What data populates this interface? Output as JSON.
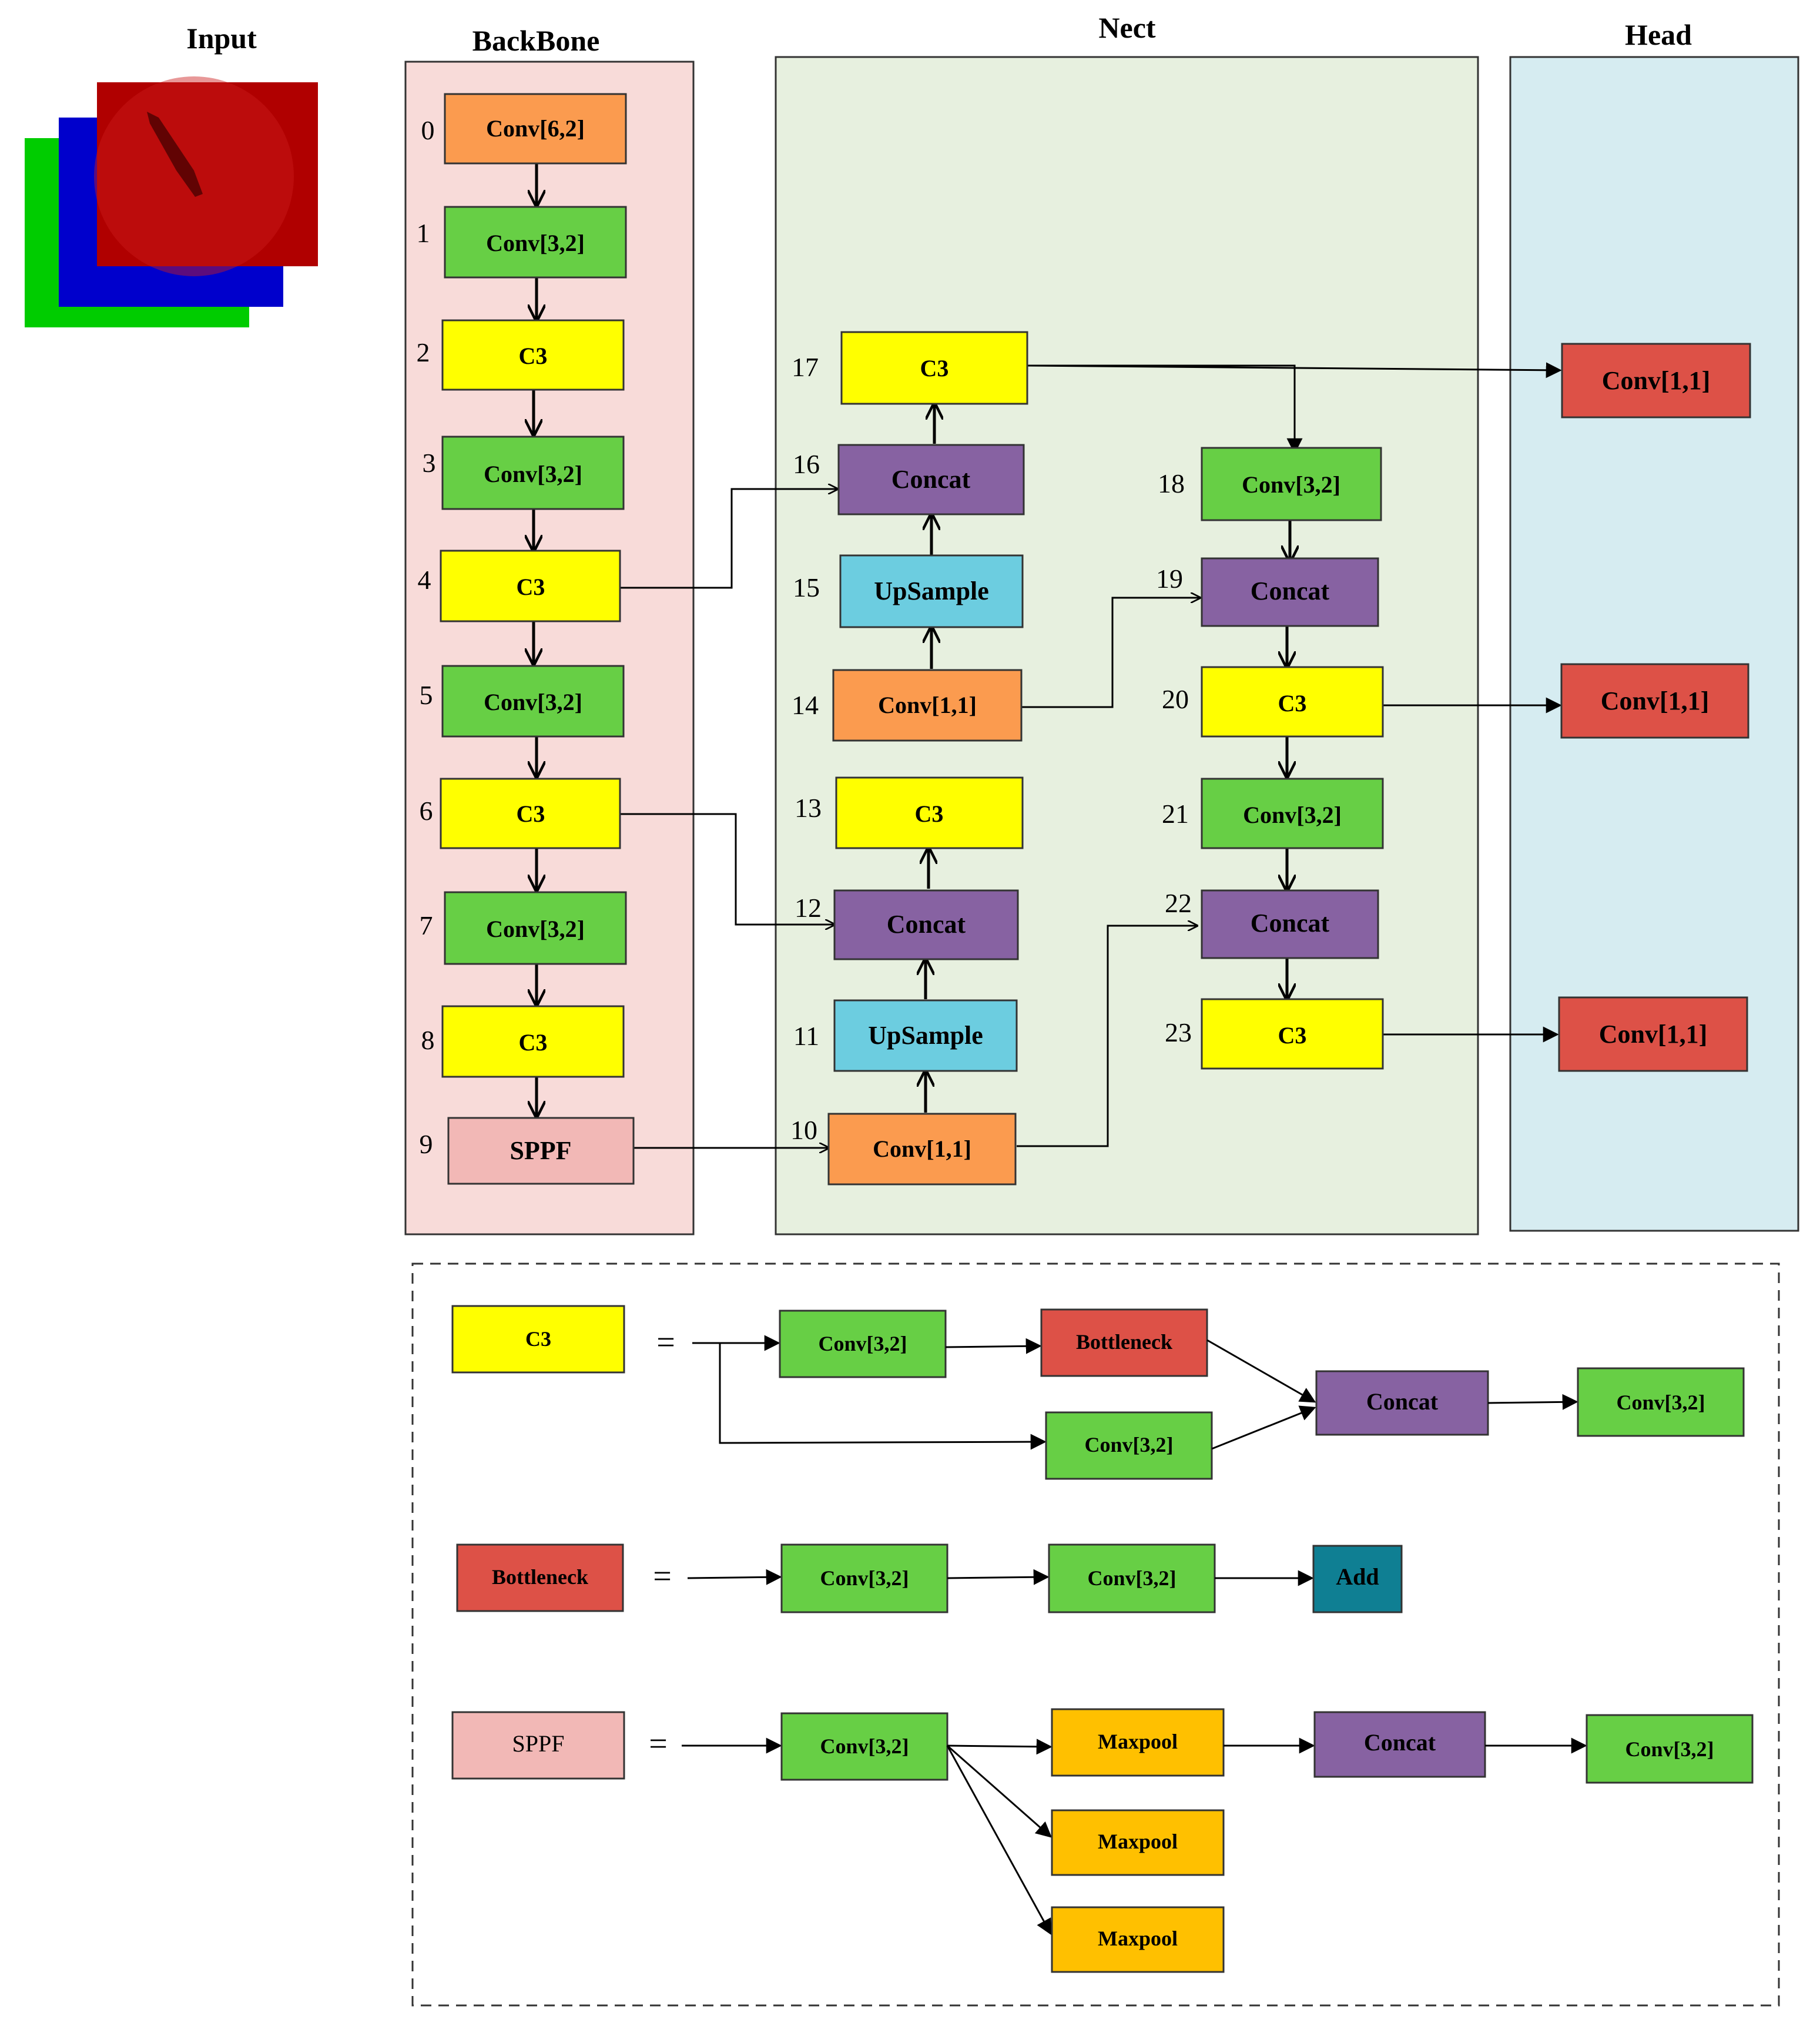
{
  "sections": {
    "input": "Input",
    "backbone": "BackBone",
    "neck": "Nect",
    "head": "Head"
  },
  "colors": {
    "conv_orange": "#fb9b4f",
    "conv_green": "#67cf45",
    "c3_yellow": "#ffff00",
    "concat_purple": "#8762a2",
    "upsample_cyan": "#6ccde0",
    "head_red": "#dd5147",
    "sppf_pink": "#f2b8b6",
    "maxpool_gold": "#ffc000",
    "add_teal": "#0f7f93",
    "backbone_bg": "#f8dbd9",
    "neck_bg": "#e7f0df",
    "head_bg": "#d6ecf1"
  },
  "layers": [
    {
      "index": "0",
      "label": "Conv[6,2]"
    },
    {
      "index": "1",
      "label": "Conv[3,2]"
    },
    {
      "index": "2",
      "label": "C3"
    },
    {
      "index": "3",
      "label": "Conv[3,2]"
    },
    {
      "index": "4",
      "label": "C3"
    },
    {
      "index": "5",
      "label": "Conv[3,2]"
    },
    {
      "index": "6",
      "label": "C3"
    },
    {
      "index": "7",
      "label": "Conv[3,2]"
    },
    {
      "index": "8",
      "label": "C3"
    },
    {
      "index": "9",
      "label": "SPPF"
    },
    {
      "index": "10",
      "label": "Conv[1,1]"
    },
    {
      "index": "11",
      "label": "UpSample"
    },
    {
      "index": "12",
      "label": "Concat"
    },
    {
      "index": "13",
      "label": "C3"
    },
    {
      "index": "14",
      "label": "Conv[1,1]"
    },
    {
      "index": "15",
      "label": "UpSample"
    },
    {
      "index": "16",
      "label": "Concat"
    },
    {
      "index": "17",
      "label": "C3"
    },
    {
      "index": "18",
      "label": "Conv[3,2]"
    },
    {
      "index": "19",
      "label": "Concat"
    },
    {
      "index": "20",
      "label": "C3"
    },
    {
      "index": "21",
      "label": "Conv[3,2]"
    },
    {
      "index": "22",
      "label": "Concat"
    },
    {
      "index": "23",
      "label": "C3"
    }
  ],
  "head": [
    "Conv[1,1]",
    "Conv[1,1]",
    "Conv[1,1]"
  ],
  "legend": {
    "equals": "=",
    "c3": {
      "name": "C3",
      "conv_a": "Conv[3,2]",
      "bottleneck": "Bottleneck",
      "conv_b": "Conv[3,2]",
      "concat": "Concat",
      "conv_out": "Conv[3,2]"
    },
    "bottleneck": {
      "name": "Bottleneck",
      "conv_a": "Conv[3,2]",
      "conv_b": "Conv[3,2]",
      "add": "Add"
    },
    "sppf": {
      "name": "SPPF",
      "conv": "Conv[3,2]",
      "maxpool_1": "Maxpool",
      "maxpool_2": "Maxpool",
      "maxpool_3": "Maxpool",
      "concat": "Concat",
      "conv_out": "Conv[3,2]"
    }
  }
}
